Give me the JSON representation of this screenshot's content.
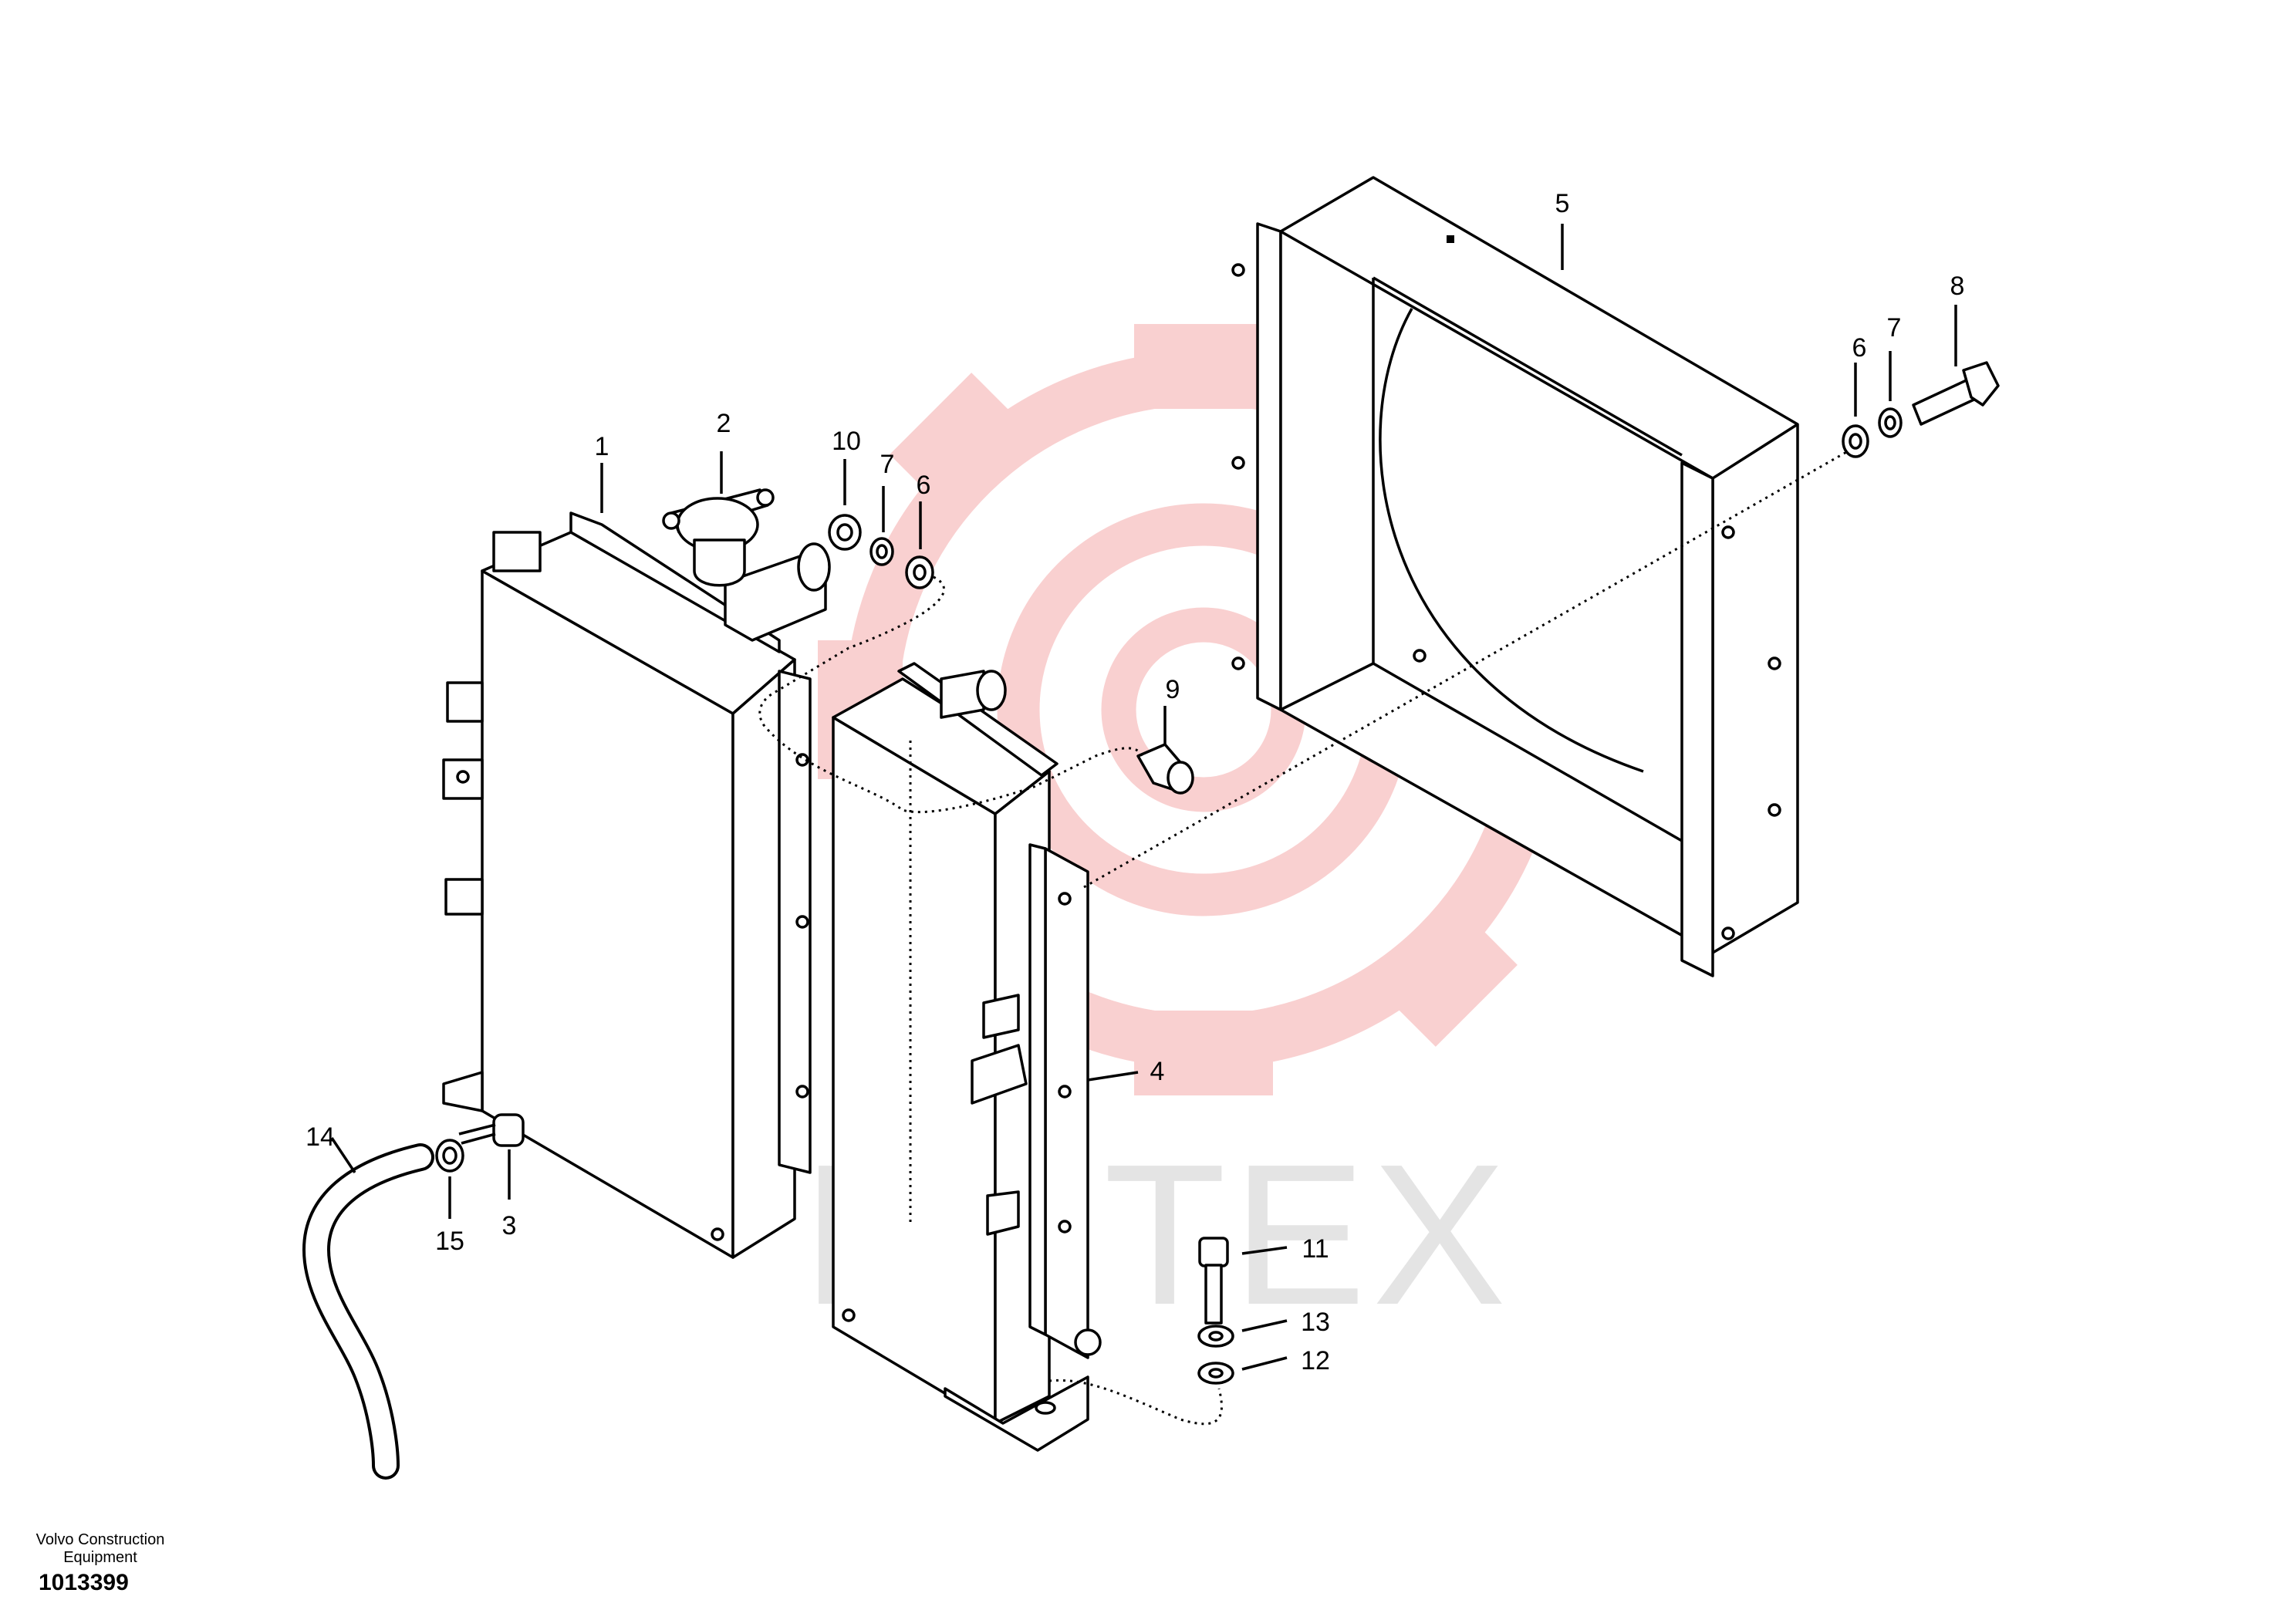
{
  "watermark": {
    "text": "ИНТЕХ",
    "color": "#f8c8c8"
  },
  "callouts": [
    "1",
    "2",
    "3",
    "4",
    "5",
    "6",
    "7",
    "8",
    "9",
    "10",
    "11",
    "12",
    "13",
    "14",
    "15",
    "6",
    "7"
  ],
  "footer": {
    "line1": "Volvo Construction",
    "line2": "Equipment",
    "doc_number": "1013399"
  }
}
